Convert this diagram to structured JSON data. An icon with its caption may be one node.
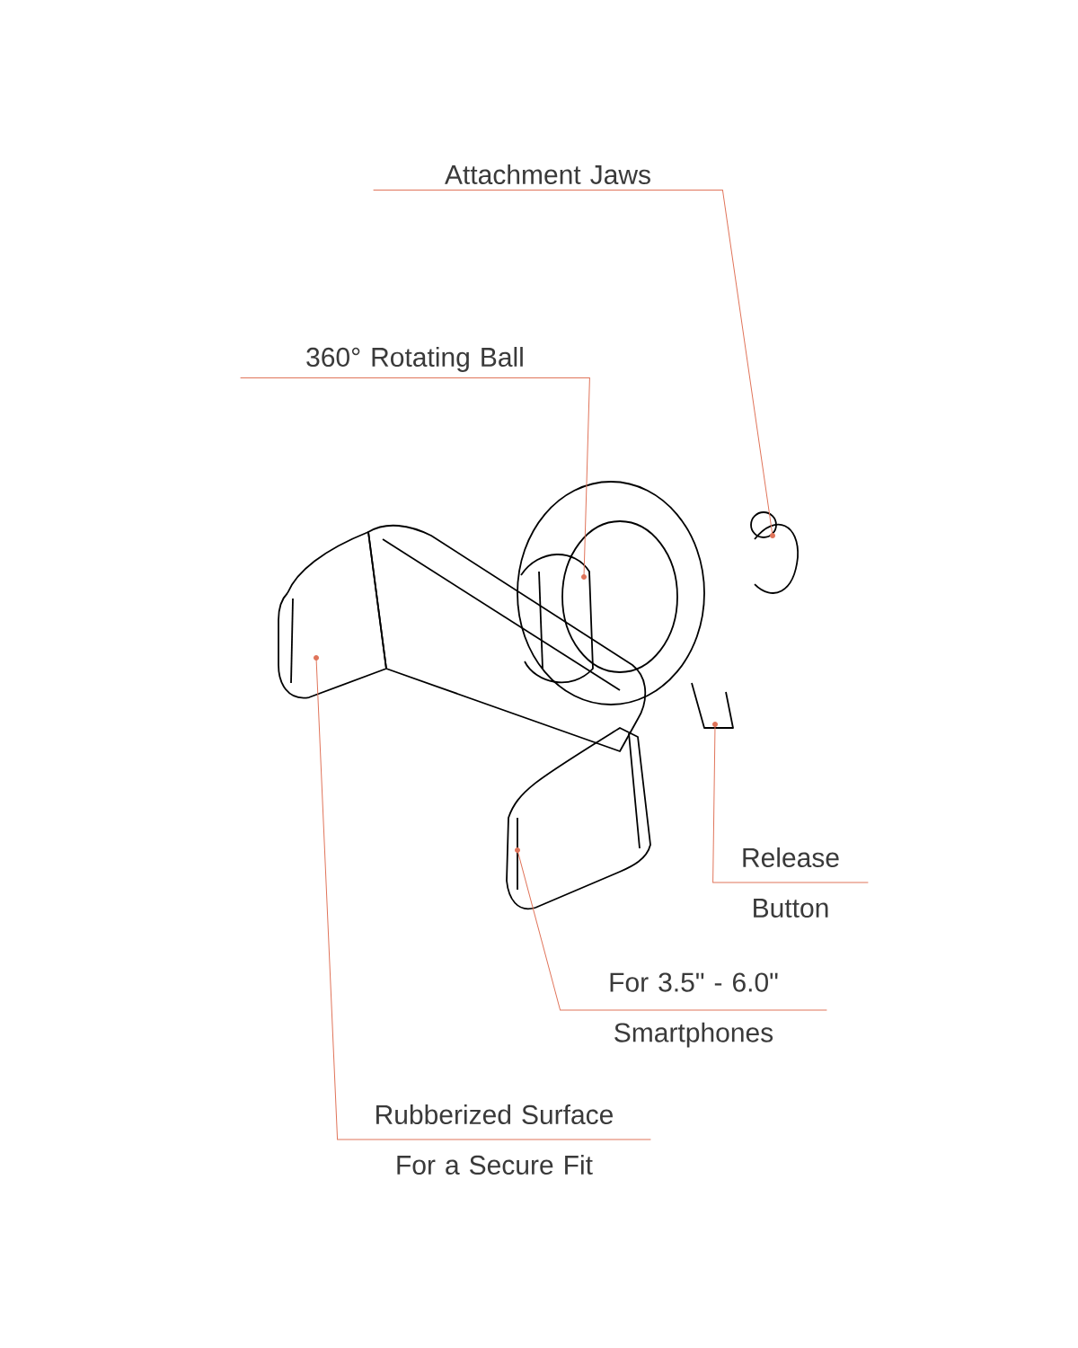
{
  "diagram": {
    "nodes": [
      {
        "text": [
          "Attachment Jaws"
        ]
      },
      {
        "text": [
          "360° Rotating Ball"
        ]
      },
      {
        "text": [
          "Release Button"
        ]
      },
      {
        "text": [
          "For 3.5\" - 6.0\" Smartphones"
        ]
      },
      {
        "text": [
          "Rubberized Surface For a Secure Fit"
        ]
      },
      {
        "text": [],
        "shape": "circle"
      },
      {
        "text": [],
        "shape": "circle"
      },
      {
        "text": [],
        "shape": "circle"
      },
      {
        "text": [],
        "shape": "circle"
      },
      {
        "text": [],
        "shape": "circle"
      }
    ],
    "edges": [
      {
        "from": 0,
        "to": 5,
        "arrow": "none"
      },
      {
        "from": 1,
        "to": 6,
        "arrow": "none"
      },
      {
        "from": 2,
        "to": 7,
        "arrow": "none"
      },
      {
        "from": 3,
        "to": 8,
        "arrow": "none"
      },
      {
        "from": 4,
        "to": 9,
        "arrow": "none"
      }
    ]
  }
}
